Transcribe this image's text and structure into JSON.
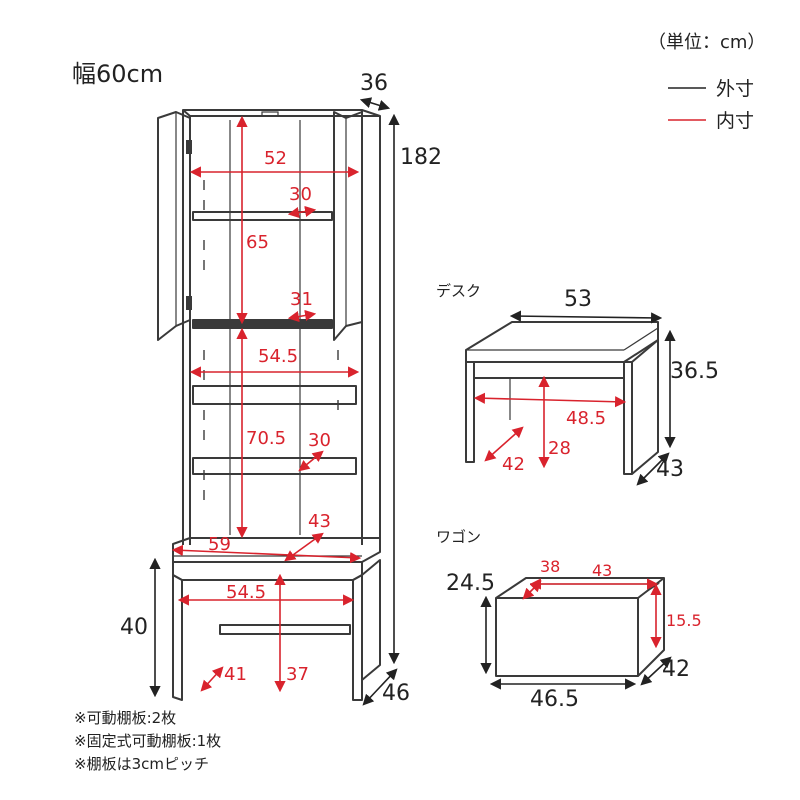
{
  "unit_label": "（単位：cm）",
  "legend": {
    "outer": "外寸",
    "inner": "内寸",
    "outer_color": "#222222",
    "inner_color": "#d9232d"
  },
  "cabinet": {
    "title": "幅60cm",
    "outer": {
      "depth": "36",
      "height": "182",
      "base_height": "40",
      "base_depth": "46"
    },
    "inner": {
      "upper_width": "52",
      "upper_depth_top": "30",
      "upper_height": "65",
      "upper_depth_shelf": "31",
      "middle_width": "54.5",
      "middle_height": "70.5",
      "middle_depth": "30",
      "counter_depth": "43",
      "counter_width": "59",
      "lower_width": "54.5",
      "lower_depth": "41",
      "lower_height": "37"
    }
  },
  "desk": {
    "label": "デスク",
    "outer": {
      "width": "53",
      "height": "36.5",
      "depth": "43"
    },
    "inner": {
      "width": "48.5",
      "depth": "42",
      "height": "28"
    }
  },
  "wagon": {
    "label": "ワゴン",
    "outer": {
      "height": "24.5",
      "width": "46.5",
      "depth": "42"
    },
    "inner": {
      "depth": "38",
      "width": "43",
      "height": "15.5"
    }
  },
  "notes": [
    "※可動棚板:2枚",
    "※固定式可動棚板:1枚",
    "※棚板は3cmピッチ"
  ]
}
